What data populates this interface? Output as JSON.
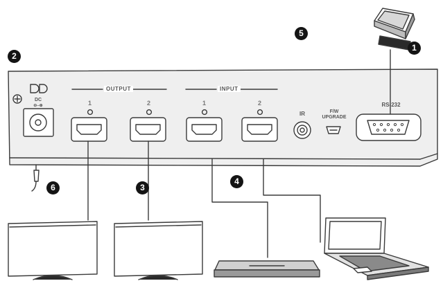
{
  "port_labels": {
    "dc": "DC",
    "output_group": "OUTPUT",
    "input_group": "INPUT",
    "output_1": "1",
    "output_2": "2",
    "input_1": "1",
    "input_2": "2",
    "ir": "IR",
    "fw_upgrade_line1": "F/W",
    "fw_upgrade_line2": "UPGRADE",
    "rs232": "RS-232"
  },
  "callouts": [
    "1",
    "2",
    "3",
    "4",
    "5",
    "6"
  ],
  "colors": {
    "line": "#3a3a3a",
    "panel_fill": "#efefef",
    "callout_fill": "#141414",
    "label": "#555555"
  }
}
